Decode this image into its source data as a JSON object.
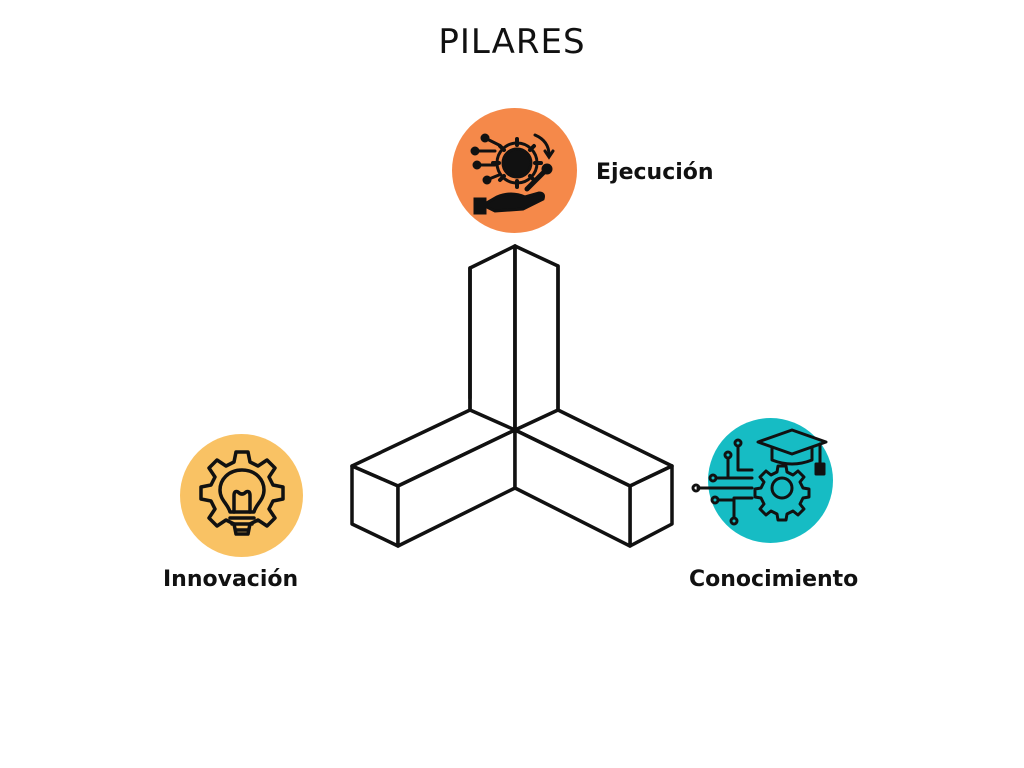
{
  "title": "PILARES",
  "pillars": {
    "ejecucion": {
      "label": "Ejecución",
      "icon": "gear-hand-icon",
      "color": "#F5894A"
    },
    "innovacion": {
      "label": "Innovación",
      "icon": "lightbulb-gear-icon",
      "color": "#F9C264"
    },
    "conocimiento": {
      "label": "Conocimiento",
      "icon": "graduation-gear-circuit-icon",
      "color": "#16BCC4"
    }
  },
  "structure": {
    "icon": "three-pillar-structure-icon"
  }
}
